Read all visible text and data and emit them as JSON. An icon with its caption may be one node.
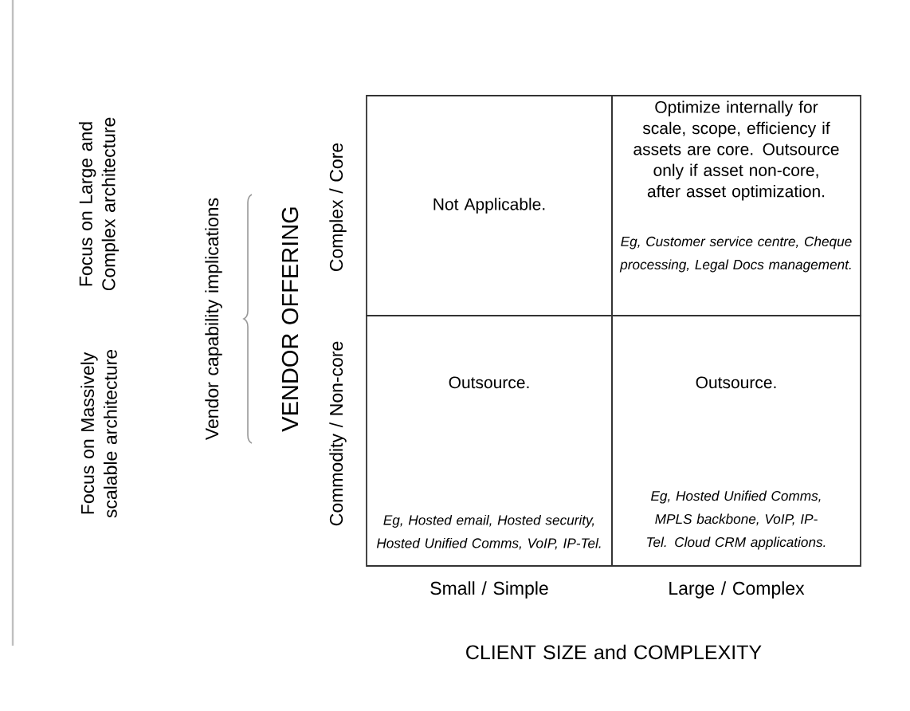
{
  "diagram": {
    "nodes": [
      {
        "text": [
          "Not Applicable."
        ]
      },
      {
        "text": [
          "Optimize internally for scale, scope, efficiency if assets are core. Outsource only if asset non-core, after asset optimization.",
          "Eg, Customer service centre, Cheque processing, Legal Docs management."
        ]
      },
      {
        "text": [
          "Outsource.",
          "Eg, Hosted email, Hosted security, Hosted Unified Comms, VoIP, IP-Tel."
        ]
      },
      {
        "text": [
          "Outsource.",
          "Eg,  Hosted Unified Comms, MPLS backbone, VoIP, IP-Tel. Cloud CRM applications."
        ]
      }
    ],
    "labels": [
      "Focus on Large and Complex architecture",
      "Focus on Massively scalable architecture",
      "Vendor capability implications",
      "VENDOR OFFERING",
      "Complex / Core",
      "Commodity / Non-core",
      "Small / Simple",
      "Large / Complex",
      "CLIENT SIZE and COMPLEXITY"
    ]
  }
}
